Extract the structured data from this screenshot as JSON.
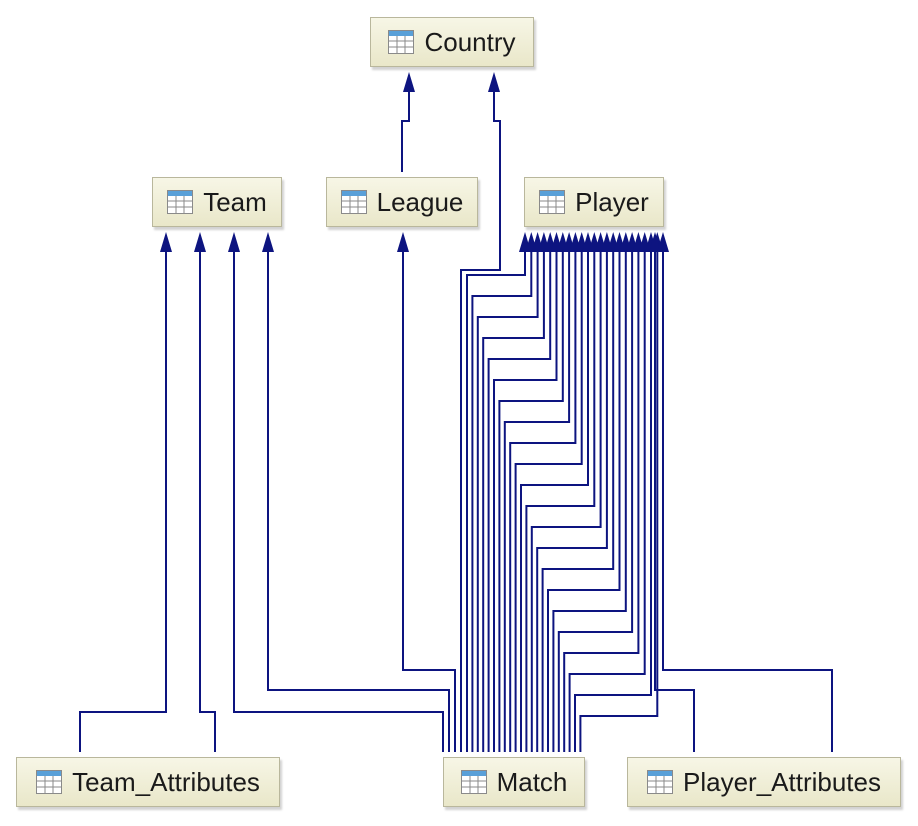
{
  "tables": {
    "country": "Country",
    "team": "Team",
    "league": "League",
    "player": "Player",
    "team_attributes": "Team_Attributes",
    "match": "Match",
    "player_attributes": "Player_Attributes"
  },
  "relations": [
    {
      "from": "league",
      "to": "country"
    },
    {
      "from": "match",
      "to": "country"
    },
    {
      "from": "match",
      "to": "league"
    },
    {
      "from": "team_attributes",
      "to": "team",
      "count": 2
    },
    {
      "from": "match",
      "to": "team",
      "count": 2
    },
    {
      "from": "match",
      "to": "player",
      "count": 22
    },
    {
      "from": "player_attributes",
      "to": "player",
      "count": 2
    }
  ],
  "colors": {
    "edge": "#0d1480",
    "node_fill_top": "#f7f6e6",
    "node_fill_bottom": "#e9e7c9",
    "node_border": "#b9b79c",
    "icon_header": "#5aa0d8",
    "icon_grid": "#8a8a8a"
  }
}
